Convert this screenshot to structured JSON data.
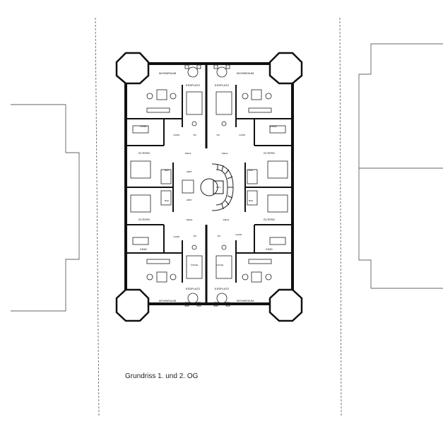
{
  "caption": "Grundriss 1. und 2. OG",
  "rooms": {
    "wohnraum": "WOHNRAUM",
    "essplatz": "ESSPLATZ",
    "kind": "KIND",
    "eltern": "ELTERN",
    "bad": "BAD",
    "diele": "DIELE",
    "garderobe": "GARD.",
    "abstell": "ABST.",
    "wc": "WC",
    "kueche": "KÜCHE",
    "lift": "LIFT"
  },
  "colors": {
    "wall": "#111111",
    "line": "#333333",
    "dash": "#555555",
    "background": "#ffffff"
  }
}
